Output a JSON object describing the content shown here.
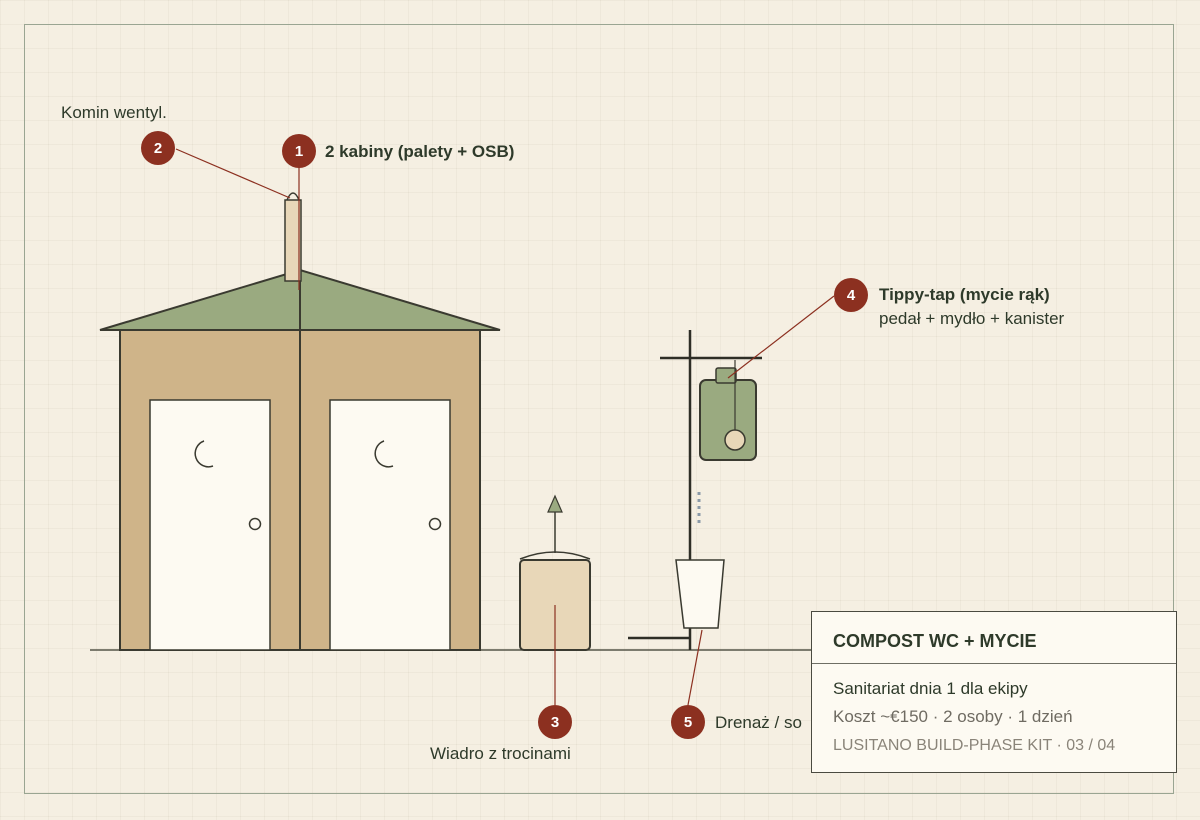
{
  "callouts": [
    {
      "number": "1",
      "title": "2 kabiny (palety + OSB)",
      "subtitle": ""
    },
    {
      "number": "2",
      "title": "Komin wentyl.",
      "subtitle": ""
    },
    {
      "number": "3",
      "title": "Wiadro z trocinami",
      "subtitle": ""
    },
    {
      "number": "4",
      "title": "Tippy-tap (mycie rąk)",
      "subtitle": "pedał + mydło + kanister"
    },
    {
      "number": "5",
      "title": "Drenaż / so",
      "subtitle": ""
    }
  ],
  "info_card": {
    "title": "COMPOST WC + MYCIE",
    "line1": "Sanitariat dnia 1 dla ekipy",
    "line2": "Koszt ~€150 · 2 osoby · 1 dzień",
    "line3": "LUSITANO BUILD-PHASE KIT · 03 / 04"
  },
  "colors": {
    "background": "#f5efe2",
    "wood": "#cfb489",
    "roof": "#9aaa80",
    "door": "#fdfaf2",
    "marker": "#8c3020",
    "outline": "#3a3a30"
  }
}
